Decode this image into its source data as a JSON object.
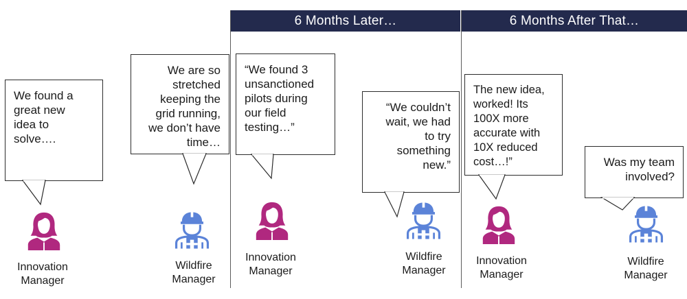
{
  "headers": {
    "later": "6 Months Later…",
    "after": "6 Months After That…"
  },
  "colors": {
    "header_bg": "#232a4d",
    "innovation": "#b0287f",
    "wildfire": "#5b83d8"
  },
  "panels": [
    {
      "innovation_quote": "We found a\ngreat new\nidea to solve….",
      "innovation_label": "Innovation\nManager",
      "wildfire_quote": "We are so\nstretched\nkeeping the\ngrid running,\nwe don’t have\ntime…",
      "wildfire_label": "Wildfire\nManager"
    },
    {
      "innovation_quote": "“We found 3\nunsanctioned\npilots during\nour field\ntesting…”",
      "innovation_label": "Innovation\nManager",
      "wildfire_quote": "“We couldn’t\nwait, we had\nto try\nsomething\nnew.”",
      "wildfire_label": "Wildfire\nManager"
    },
    {
      "innovation_quote": "The new idea,\nworked! Its\n100X more\naccurate with\n10X reduced\ncost…!”",
      "innovation_label": "Innovation\nManager",
      "wildfire_quote": "Was my team\ninvolved?",
      "wildfire_label": "Wildfire\nManager"
    }
  ],
  "icons": {
    "innovation": "female-person-icon",
    "wildfire": "hard-hat-worker-icon"
  }
}
